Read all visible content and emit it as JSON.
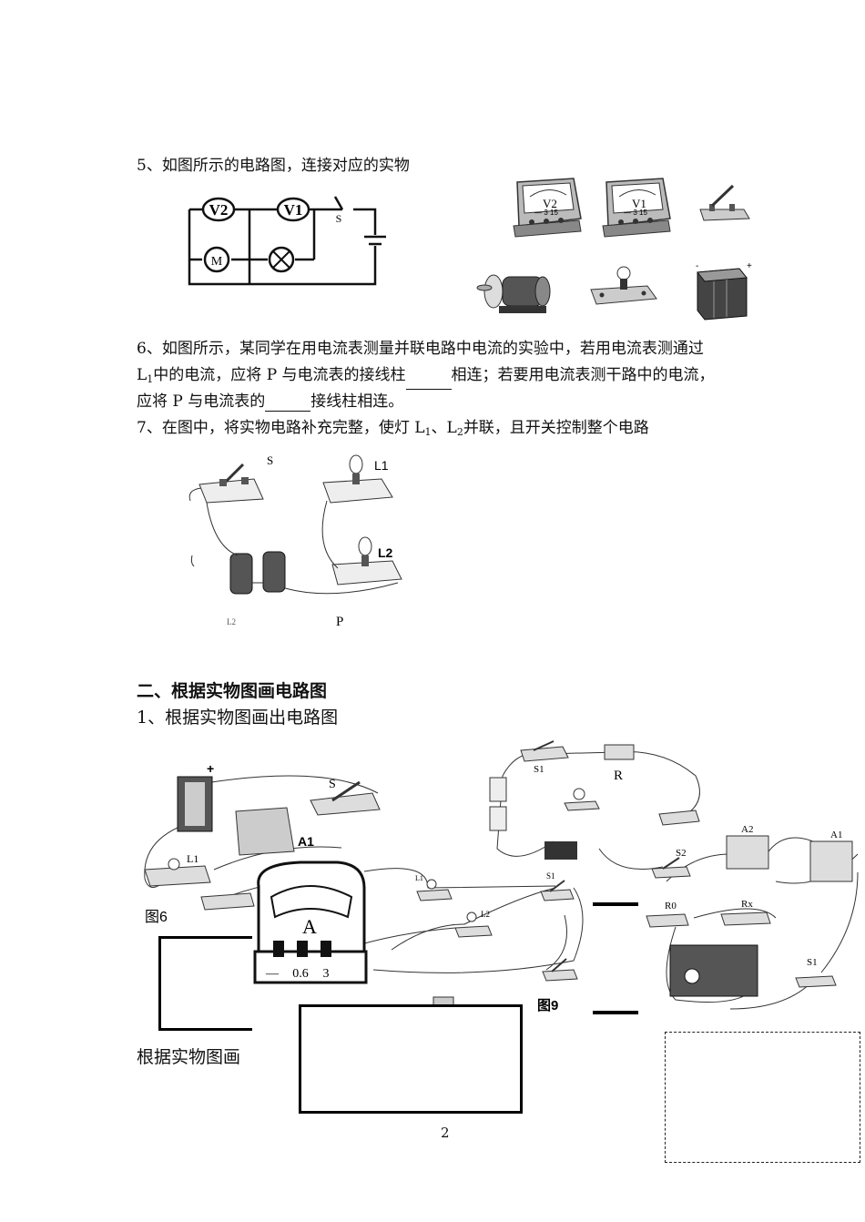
{
  "questions": {
    "q5": "5、如图所示的电路图，连接对应的实物",
    "q6_line1": "6、如图所示，某同学在用电流表测量并联电路中电流的实验中，若用电流表测通过",
    "q6_line2a": "L",
    "q6_line2_sub": "1",
    "q6_line2b": "中的电流，应将 P 与电流表的接线柱",
    "q6_line2c": "相连；若要用电流表测干路中的电流，",
    "q6_line3a": "应将 P 与电流表的",
    "q6_line3b": "接线柱相连。",
    "q7a": "7、在图中，将实物电路补充完整，使灯 L",
    "q7b": "、L",
    "q7c": "并联，且开关控制整个电路",
    "q7_sub1": "1",
    "q7_sub2": "2"
  },
  "section2": {
    "heading": "二、根据实物图画电路图",
    "item1": "1、根据实物图画出电路图",
    "caption_partial": "根据实物图画"
  },
  "circuit5": {
    "v2": "V2",
    "v1": "V1",
    "s": "S",
    "m": "M"
  },
  "devices": {
    "meter_v2": "V2",
    "meter_v1": "V1",
    "scale": "— 3 15"
  },
  "fig7": {
    "s": "S",
    "l1": "L1",
    "l2": "L2",
    "l2_small": "L2",
    "p": "P"
  },
  "fig6": {
    "label": "图6",
    "a1": "A1",
    "s": "S",
    "l1": "L1"
  },
  "fig9": {
    "label": "图9",
    "a": "A",
    "scale_minus": "—",
    "scale_06": "0.6",
    "scale_3": "3",
    "l1": "L1",
    "l2": "L2",
    "s1": "S1"
  },
  "fig_top_mid": {
    "s1": "S1",
    "r": "R"
  },
  "fig_right": {
    "s2": "S2",
    "a2": "A2",
    "a1": "A1",
    "r0": "R0",
    "rx": "Rx",
    "s1": "S1"
  },
  "page_number": "2"
}
